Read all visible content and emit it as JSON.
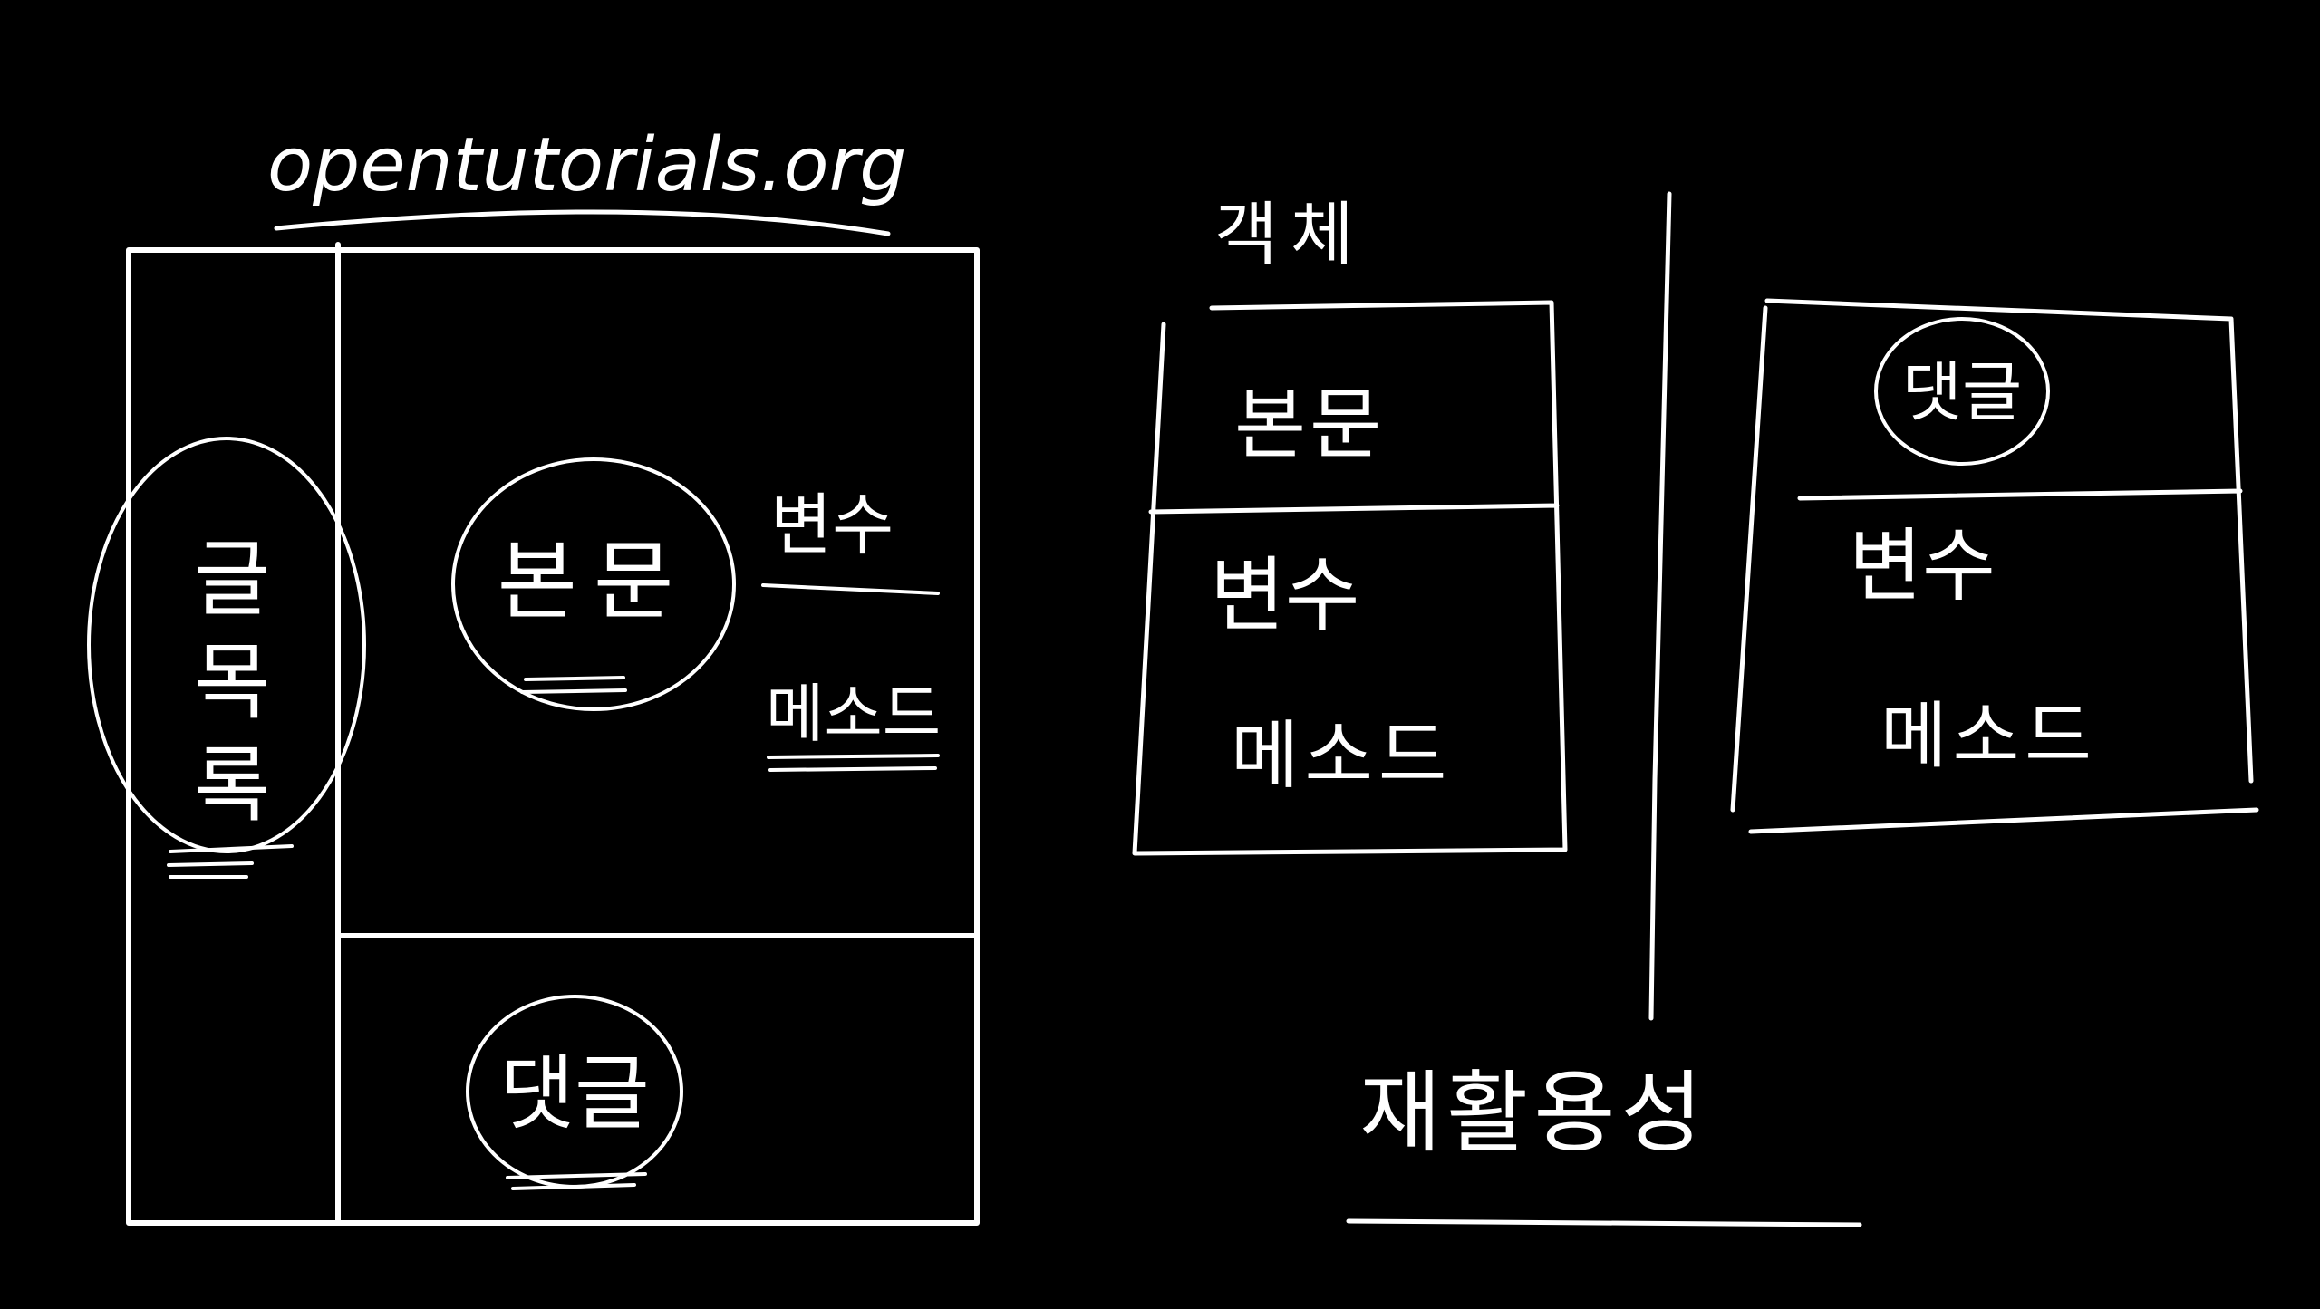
{
  "title": "opentutorials.org",
  "left_layout": {
    "sidebar_label": "글목록",
    "main_label": "본문",
    "side_labels": {
      "variable": "변수",
      "method": "메소드"
    },
    "comment_label": "댓글"
  },
  "object_section": {
    "heading": "객체",
    "card_one": {
      "top": "본문",
      "variable": "변수",
      "method": "메소드"
    },
    "card_two": {
      "top": "댓글",
      "variable": "변수",
      "method": "메소드"
    }
  },
  "conclusion": "재활용성",
  "colors": {
    "background": "#000000",
    "ink": "#ffffff"
  }
}
